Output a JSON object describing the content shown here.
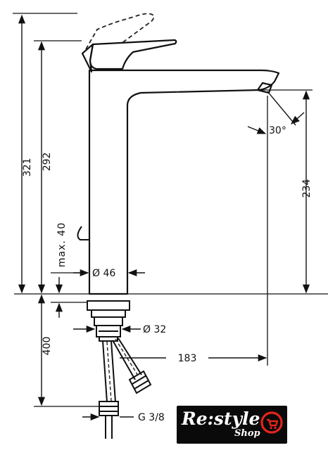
{
  "diagram": {
    "dimensions": {
      "total_height": "321",
      "spout_height": "292",
      "outlet_height": "234",
      "max_stroke": "max. 40",
      "body_diameter": "Ø 46",
      "hole_diameter": "Ø 32",
      "depth_below": "400",
      "reach": "183",
      "angle": "30°",
      "connection": "G 3/8"
    }
  },
  "logo": {
    "brand": "Re:style",
    "sub": "Shop",
    "accent_color": "#e3241b"
  },
  "colors": {
    "line": "#111111",
    "background": "#ffffff",
    "dashed": "#222222"
  }
}
